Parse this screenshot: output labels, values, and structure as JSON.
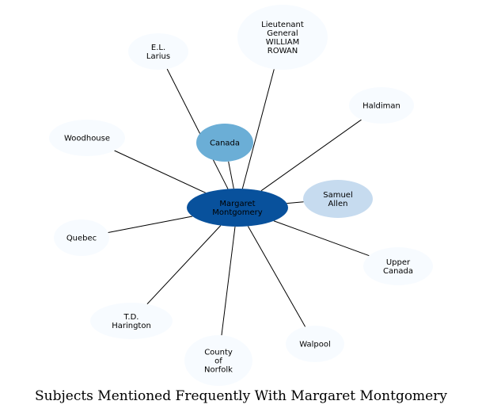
{
  "caption": "Subjects Mentioned Frequently With Margaret Montgomery",
  "colors": {
    "center": "#08519c",
    "level_strong": "#6baed6",
    "level_medium": "#c6dbef",
    "level_light": "#f7fbff",
    "edge": "#000000"
  },
  "center": {
    "id": "montgomery",
    "lines": [
      "Margaret",
      "Montgomery"
    ]
  },
  "nodes": [
    {
      "id": "lt-gen-rowan",
      "lines": [
        "Lieutenant",
        "General",
        "WILLIAM",
        "ROWAN"
      ],
      "shade": "light"
    },
    {
      "id": "el-larius",
      "lines": [
        "E.L.",
        "Larius"
      ],
      "shade": "light"
    },
    {
      "id": "haldiman",
      "lines": [
        "Haldiman"
      ],
      "shade": "light"
    },
    {
      "id": "canada",
      "lines": [
        "Canada"
      ],
      "shade": "strong"
    },
    {
      "id": "woodhouse",
      "lines": [
        "Woodhouse"
      ],
      "shade": "light"
    },
    {
      "id": "samuel-allen",
      "lines": [
        "Samuel",
        "Allen"
      ],
      "shade": "medium"
    },
    {
      "id": "quebec",
      "lines": [
        "Quebec"
      ],
      "shade": "light"
    },
    {
      "id": "upper-canada",
      "lines": [
        "Upper",
        "Canada"
      ],
      "shade": "light"
    },
    {
      "id": "td-harington",
      "lines": [
        "T.D.",
        "Harington"
      ],
      "shade": "light"
    },
    {
      "id": "walpool",
      "lines": [
        "Walpool"
      ],
      "shade": "light"
    },
    {
      "id": "county-of-norfolk",
      "lines": [
        "County",
        "of",
        "Norfolk"
      ],
      "shade": "light"
    }
  ]
}
